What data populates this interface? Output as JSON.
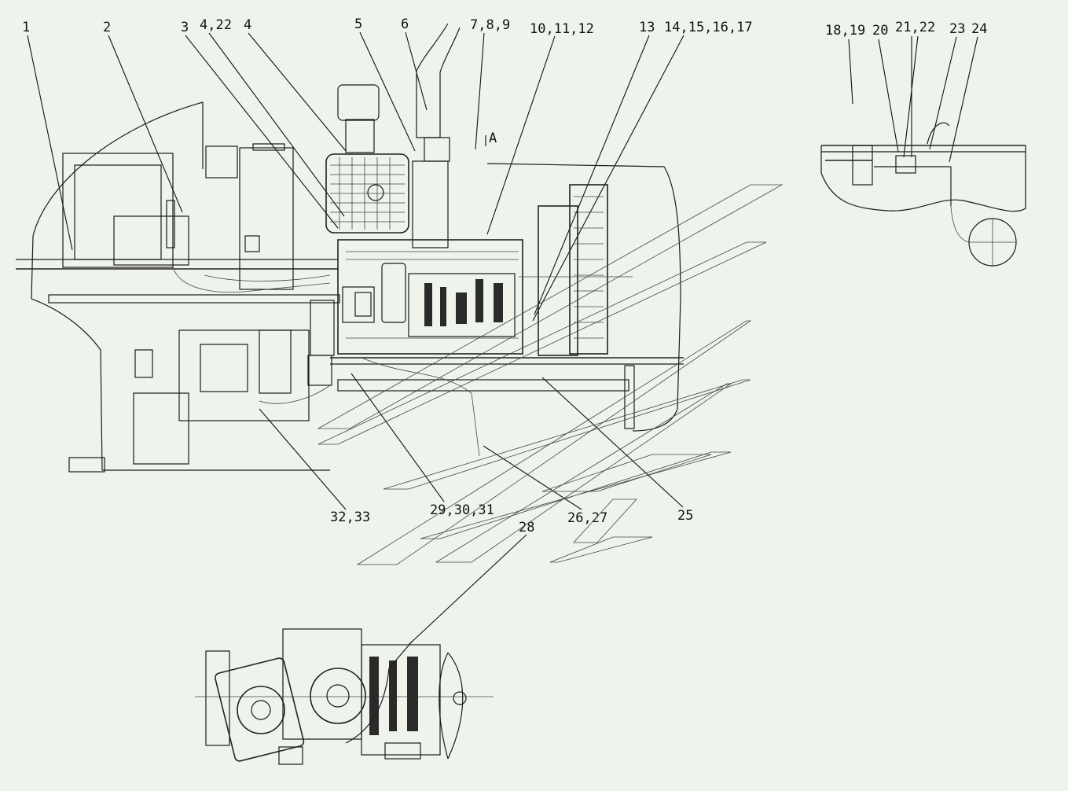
{
  "diagram": {
    "callouts": [
      {
        "id": "c1",
        "text": "1"
      },
      {
        "id": "c2",
        "text": "2"
      },
      {
        "id": "c3",
        "text": "3"
      },
      {
        "id": "c4_22",
        "text": "4,22"
      },
      {
        "id": "c4",
        "text": "4"
      },
      {
        "id": "c5",
        "text": "5"
      },
      {
        "id": "c6",
        "text": "6"
      },
      {
        "id": "c7_8_9",
        "text": "7,8,9"
      },
      {
        "id": "c10_11_12",
        "text": "10,11,12"
      },
      {
        "id": "c13",
        "text": "13"
      },
      {
        "id": "c14_15_16_17",
        "text": "14,15,16,17"
      },
      {
        "id": "c18_19",
        "text": "18,19"
      },
      {
        "id": "c20",
        "text": "20"
      },
      {
        "id": "c21_22",
        "text": "21,22"
      },
      {
        "id": "c23",
        "text": "23"
      },
      {
        "id": "c24",
        "text": "24"
      },
      {
        "id": "c25",
        "text": "25"
      },
      {
        "id": "c26_27",
        "text": "26,27"
      },
      {
        "id": "c28",
        "text": "28"
      },
      {
        "id": "c29_30_31",
        "text": "29,30,31"
      },
      {
        "id": "c32_33",
        "text": "32,33"
      }
    ],
    "section_mark": "A"
  }
}
